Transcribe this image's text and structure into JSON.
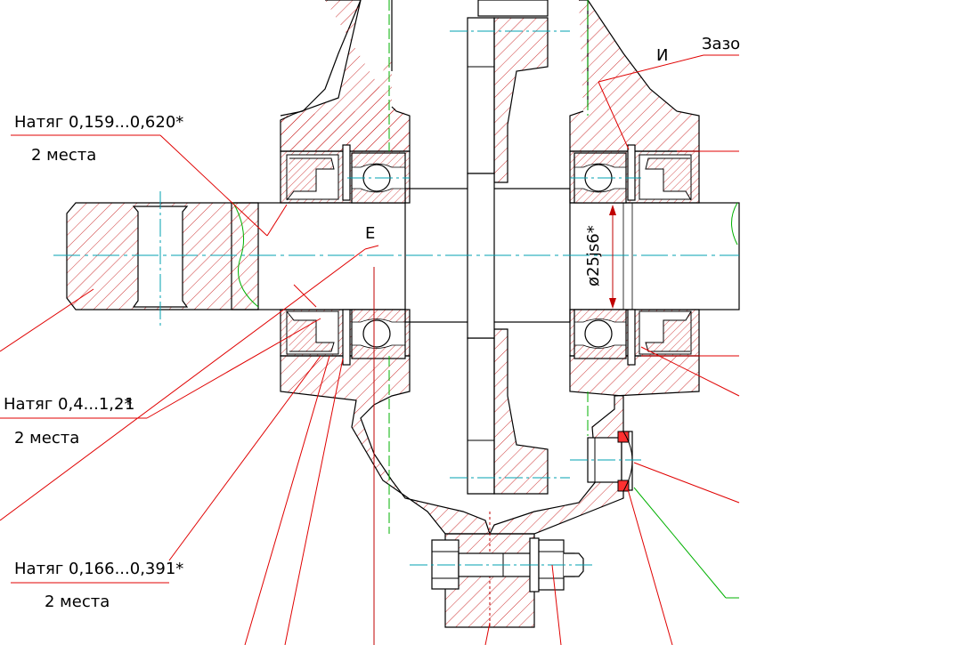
{
  "drawing": {
    "label_preload_1": "Натяг 0,159...0,620*",
    "label_places_1": "2 места",
    "label_preload_2": "Натяг 0,4...1,2*",
    "label_preload_2_mark": "1",
    "label_places_2": "2 места",
    "label_preload_3": "Натяг 0,166...0,391*",
    "label_places_3": "2 места",
    "label_view_e": "Е",
    "label_view_i": "И",
    "label_gap": "Зазо",
    "label_diameter": "ø25js6*"
  },
  "colors": {
    "outline": "#000000",
    "hatch": "#c00000",
    "leader": "#e00000",
    "centerline": "#00a0b0",
    "axis_green": "#00b000",
    "seal_fill": "#ff3030"
  }
}
